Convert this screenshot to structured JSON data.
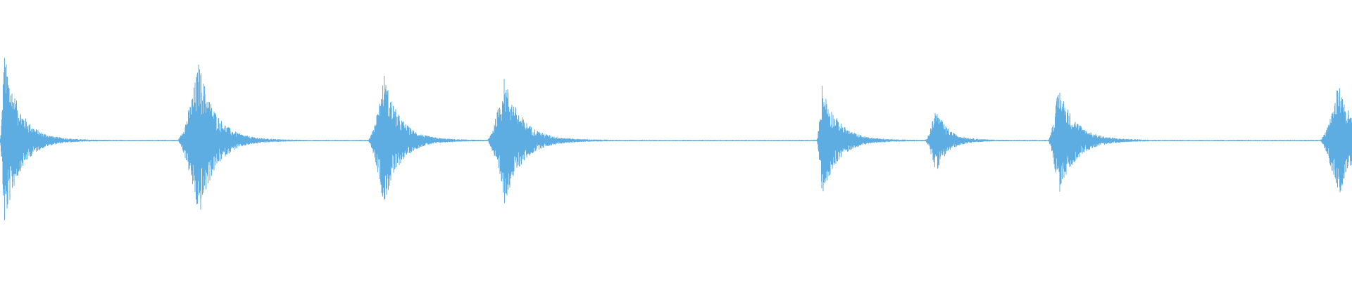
{
  "chart_data": {
    "type": "area",
    "title": "",
    "xlabel": "",
    "ylabel": "",
    "grid": false,
    "legend": "none",
    "color": "#5dade2",
    "xlim": [
      0,
      100
    ],
    "ylim": [
      -1,
      1
    ],
    "baseline_amplitude": 0.01,
    "bursts": [
      {
        "onset": 0.0,
        "peak": 0.63,
        "attack": 0.3,
        "decay": 3.2
      },
      {
        "onset": 13.1,
        "peak": 0.56,
        "attack": 1.6,
        "decay": 3.4
      },
      {
        "onset": 27.2,
        "peak": 0.47,
        "attack": 1.2,
        "decay": 3.2
      },
      {
        "onset": 36.0,
        "peak": 0.45,
        "attack": 1.3,
        "decay": 3.6
      },
      {
        "onset": 60.4,
        "peak": 0.4,
        "attack": 0.4,
        "decay": 3.2
      },
      {
        "onset": 68.4,
        "peak": 0.23,
        "attack": 0.8,
        "decay": 2.4
      },
      {
        "onset": 77.5,
        "peak": 0.39,
        "attack": 0.8,
        "decay": 3.4
      },
      {
        "onset": 97.6,
        "peak": 0.41,
        "attack": 1.4,
        "decay": 3.0
      }
    ]
  }
}
